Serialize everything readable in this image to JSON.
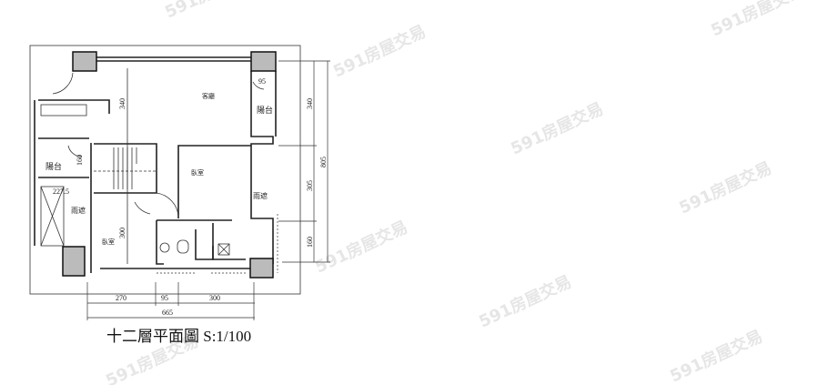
{
  "plan": {
    "title": "十二層平面圖 S:1/100",
    "rooms": {
      "living_room": "客廳",
      "balcony_right": "陽台",
      "balcony_left": "陽台",
      "bedroom_main": "臥室",
      "bedroom_small": "臥室",
      "canopy_right": "雨遮",
      "canopy_left": "雨遮"
    },
    "dimensions": {
      "bottom_1": "270",
      "bottom_2": "95",
      "bottom_3": "300",
      "bottom_total": "665",
      "right_1": "340",
      "right_2": "305",
      "right_3": "160",
      "right_total": "805",
      "inner_340": "340",
      "inner_95": "95",
      "inner_160": "160",
      "inner_227": "227.5",
      "inner_300": "300"
    }
  },
  "watermark": "591房屋交易"
}
